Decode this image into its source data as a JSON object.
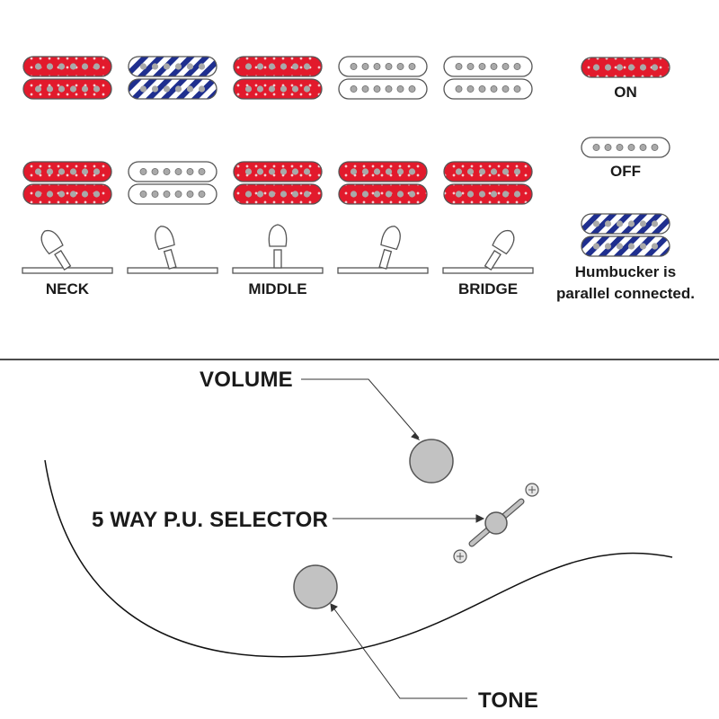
{
  "colors": {
    "on": "#e21a2c",
    "parallel": "#1f2f8f",
    "off": "#ffffff",
    "outline": "#555555",
    "pole": "#a9a9a9",
    "knob": "#c2c2c2"
  },
  "positions": [
    {
      "label": "NECK",
      "neck": "on",
      "bridge": "on",
      "lever": "neck"
    },
    {
      "label": "",
      "neck": "parallel",
      "bridge": "off",
      "lever": "neck-mid"
    },
    {
      "label": "MIDDLE",
      "neck": "on",
      "bridge": "on",
      "lever": "middle"
    },
    {
      "label": "",
      "neck": "off",
      "bridge": "on",
      "lever": "mid-bridge"
    },
    {
      "label": "BRIDGE",
      "neck": "off",
      "bridge": "on",
      "lever": "bridge"
    }
  ],
  "legend": {
    "on_label": "ON",
    "off_label": "OFF",
    "parallel_label_line1": "Humbucker is",
    "parallel_label_line2": "parallel connected."
  },
  "controls": {
    "volume_label": "VOLUME",
    "selector_label": "5 WAY P.U. SELECTOR",
    "tone_label": "TONE"
  }
}
